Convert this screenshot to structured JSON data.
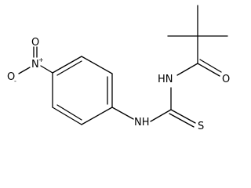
{
  "molecule": {
    "atoms": {
      "nitro_n": "N",
      "nitro_o_top": "O",
      "nitro_o_minus": "O",
      "nitro_n_charge": "+",
      "nitro_o_charge": "-",
      "amine_nh_left": "NH",
      "amide_nh": "HN",
      "thione_s": "S",
      "carbonyl_o": "O"
    }
  }
}
